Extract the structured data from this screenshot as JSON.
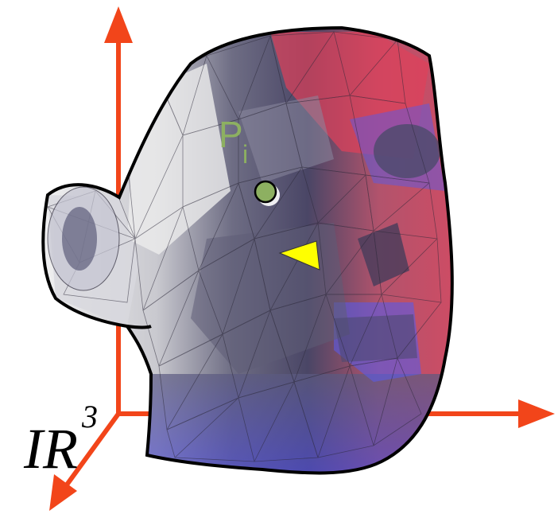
{
  "figure": {
    "space_label": "IR",
    "space_exponent": "3",
    "point_label": "P",
    "point_subscript": "i",
    "colors": {
      "axis": "#f2451a",
      "outline": "#000000",
      "point": "#8db061",
      "triangle": "#ffff00",
      "skin_light": "#dcdcdc",
      "skin_mid": "#75768a",
      "skin_dark": "#3f3b5a",
      "shade_red": "#e0405a",
      "shade_blue": "#5a5ae6"
    }
  }
}
